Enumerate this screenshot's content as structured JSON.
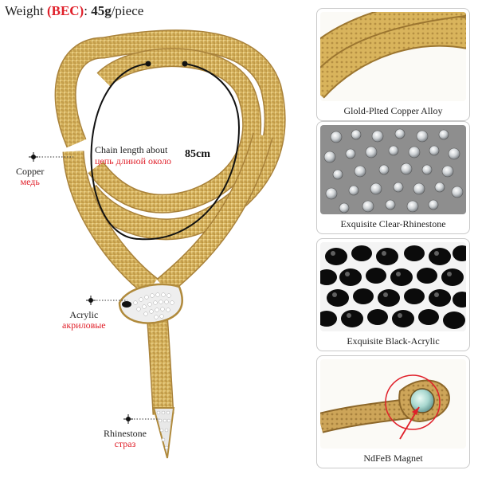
{
  "header": {
    "label": "Weight",
    "label_ru": "(BEC)",
    "colon": ":",
    "value": "45g",
    "unit": "/piece"
  },
  "main": {
    "chain_label": "Chain length about",
    "chain_label_ru": "цепь длиной около",
    "chain_length": "85cm",
    "callouts": {
      "copper": "Copper",
      "copper_ru": "медь",
      "acrylic": "Acrylic",
      "acrylic_ru": "акриловые",
      "rhinestone": "Rhinestone",
      "rhinestone_ru": "страз"
    }
  },
  "panels": [
    {
      "caption": "Glold-Plted Copper Alloy"
    },
    {
      "caption": "Exquisite Clear-Rhinestone"
    },
    {
      "caption": "Exquisite Black-Acrylic"
    },
    {
      "caption": "NdFeB Magnet"
    }
  ],
  "colors": {
    "gold": "#d9b45c",
    "gold_dark": "#a9823a",
    "accent_red": "#e0202a",
    "panel_border": "#c9c9c9"
  }
}
